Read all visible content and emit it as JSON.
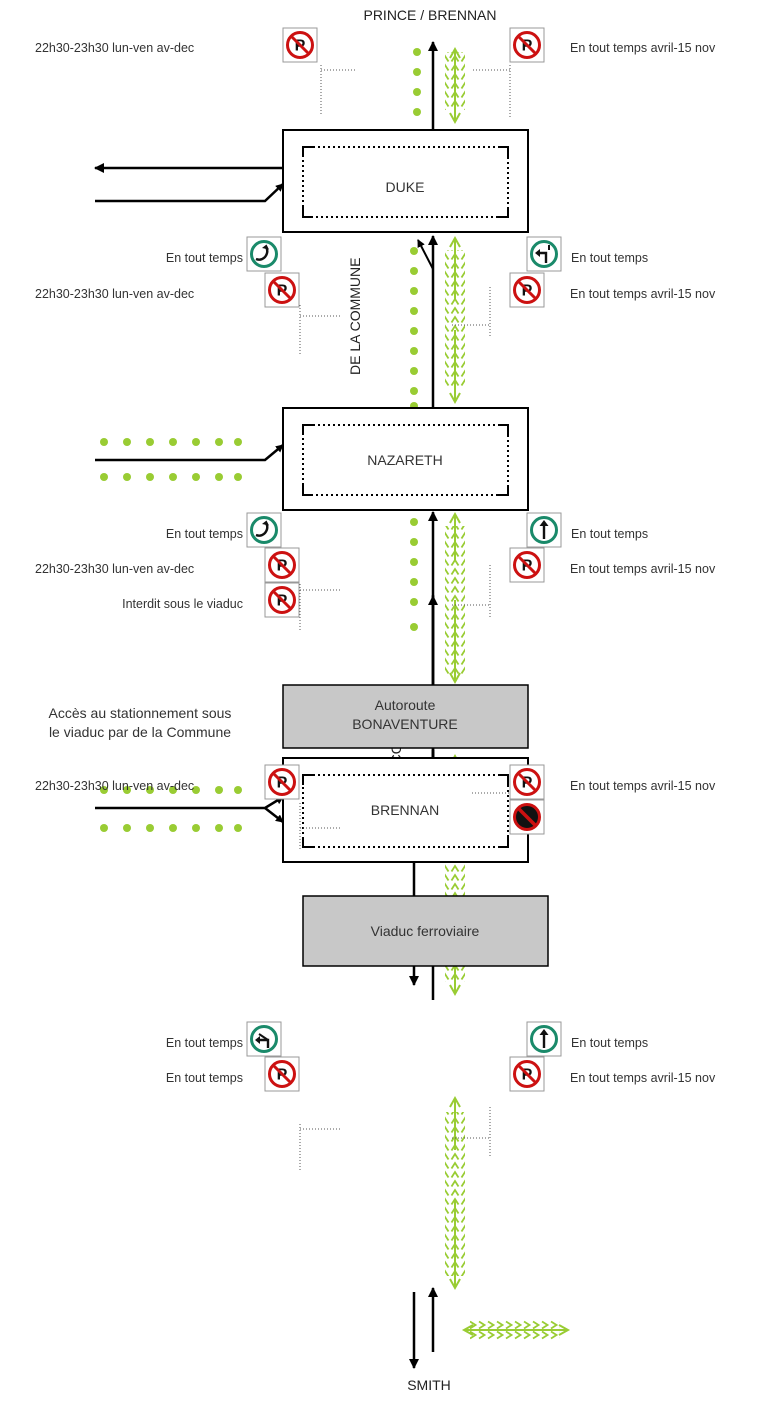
{
  "streets": {
    "top": "PRINCE / BRENNAN",
    "bottom": "SMITH",
    "axis_upper": "DE LA COMMUNE",
    "axis_lower": "DE LA COMMUNE"
  },
  "intersections": [
    {
      "name": "DUKE"
    },
    {
      "name": "NAZARETH"
    },
    {
      "name": "BRENNAN"
    }
  ],
  "structures": {
    "highway_line1": "Autoroute",
    "highway_line2": "BONAVENTURE",
    "railway": "Viaduc ferroviaire"
  },
  "note": {
    "line1": "Accès au stationnement sous",
    "line2": "le viaduc par de la Commune"
  },
  "signs": {
    "s0": "22h30-23h30 lun-ven av-dec",
    "s1": "En tout temps avril-15 nov",
    "s2": "En tout temps",
    "s3": "22h30-23h30 lun-ven av-dec",
    "s4": "En tout temps",
    "s5": "En tout temps avril-15 nov",
    "s6": "En tout temps",
    "s7": "22h30-23h30 lun-ven av-dec",
    "s8": "Interdit sous le viaduc",
    "s9": "En tout temps",
    "s10": "En tout temps avril-15 nov",
    "s11": "22h30-23h30 lun-ven av-dec",
    "s12": "En tout temps avril-15 nov",
    "s13": "En tout temps",
    "s14": "En tout temps",
    "s15": "En tout temps",
    "s16": "En tout temps avril-15 nov"
  },
  "icons": {
    "no_parking": "no-parking-icon",
    "no_stopping": "no-stopping-icon",
    "u_turn": "u-turn-icon",
    "left_turn": "left-turn-icon",
    "straight_only": "straight-only-icon"
  },
  "colors": {
    "bike_path": "#99cc33",
    "sign_red": "#cc1111",
    "sign_green": "#1a8a6a",
    "structure_fill": "#c8c8c8"
  }
}
